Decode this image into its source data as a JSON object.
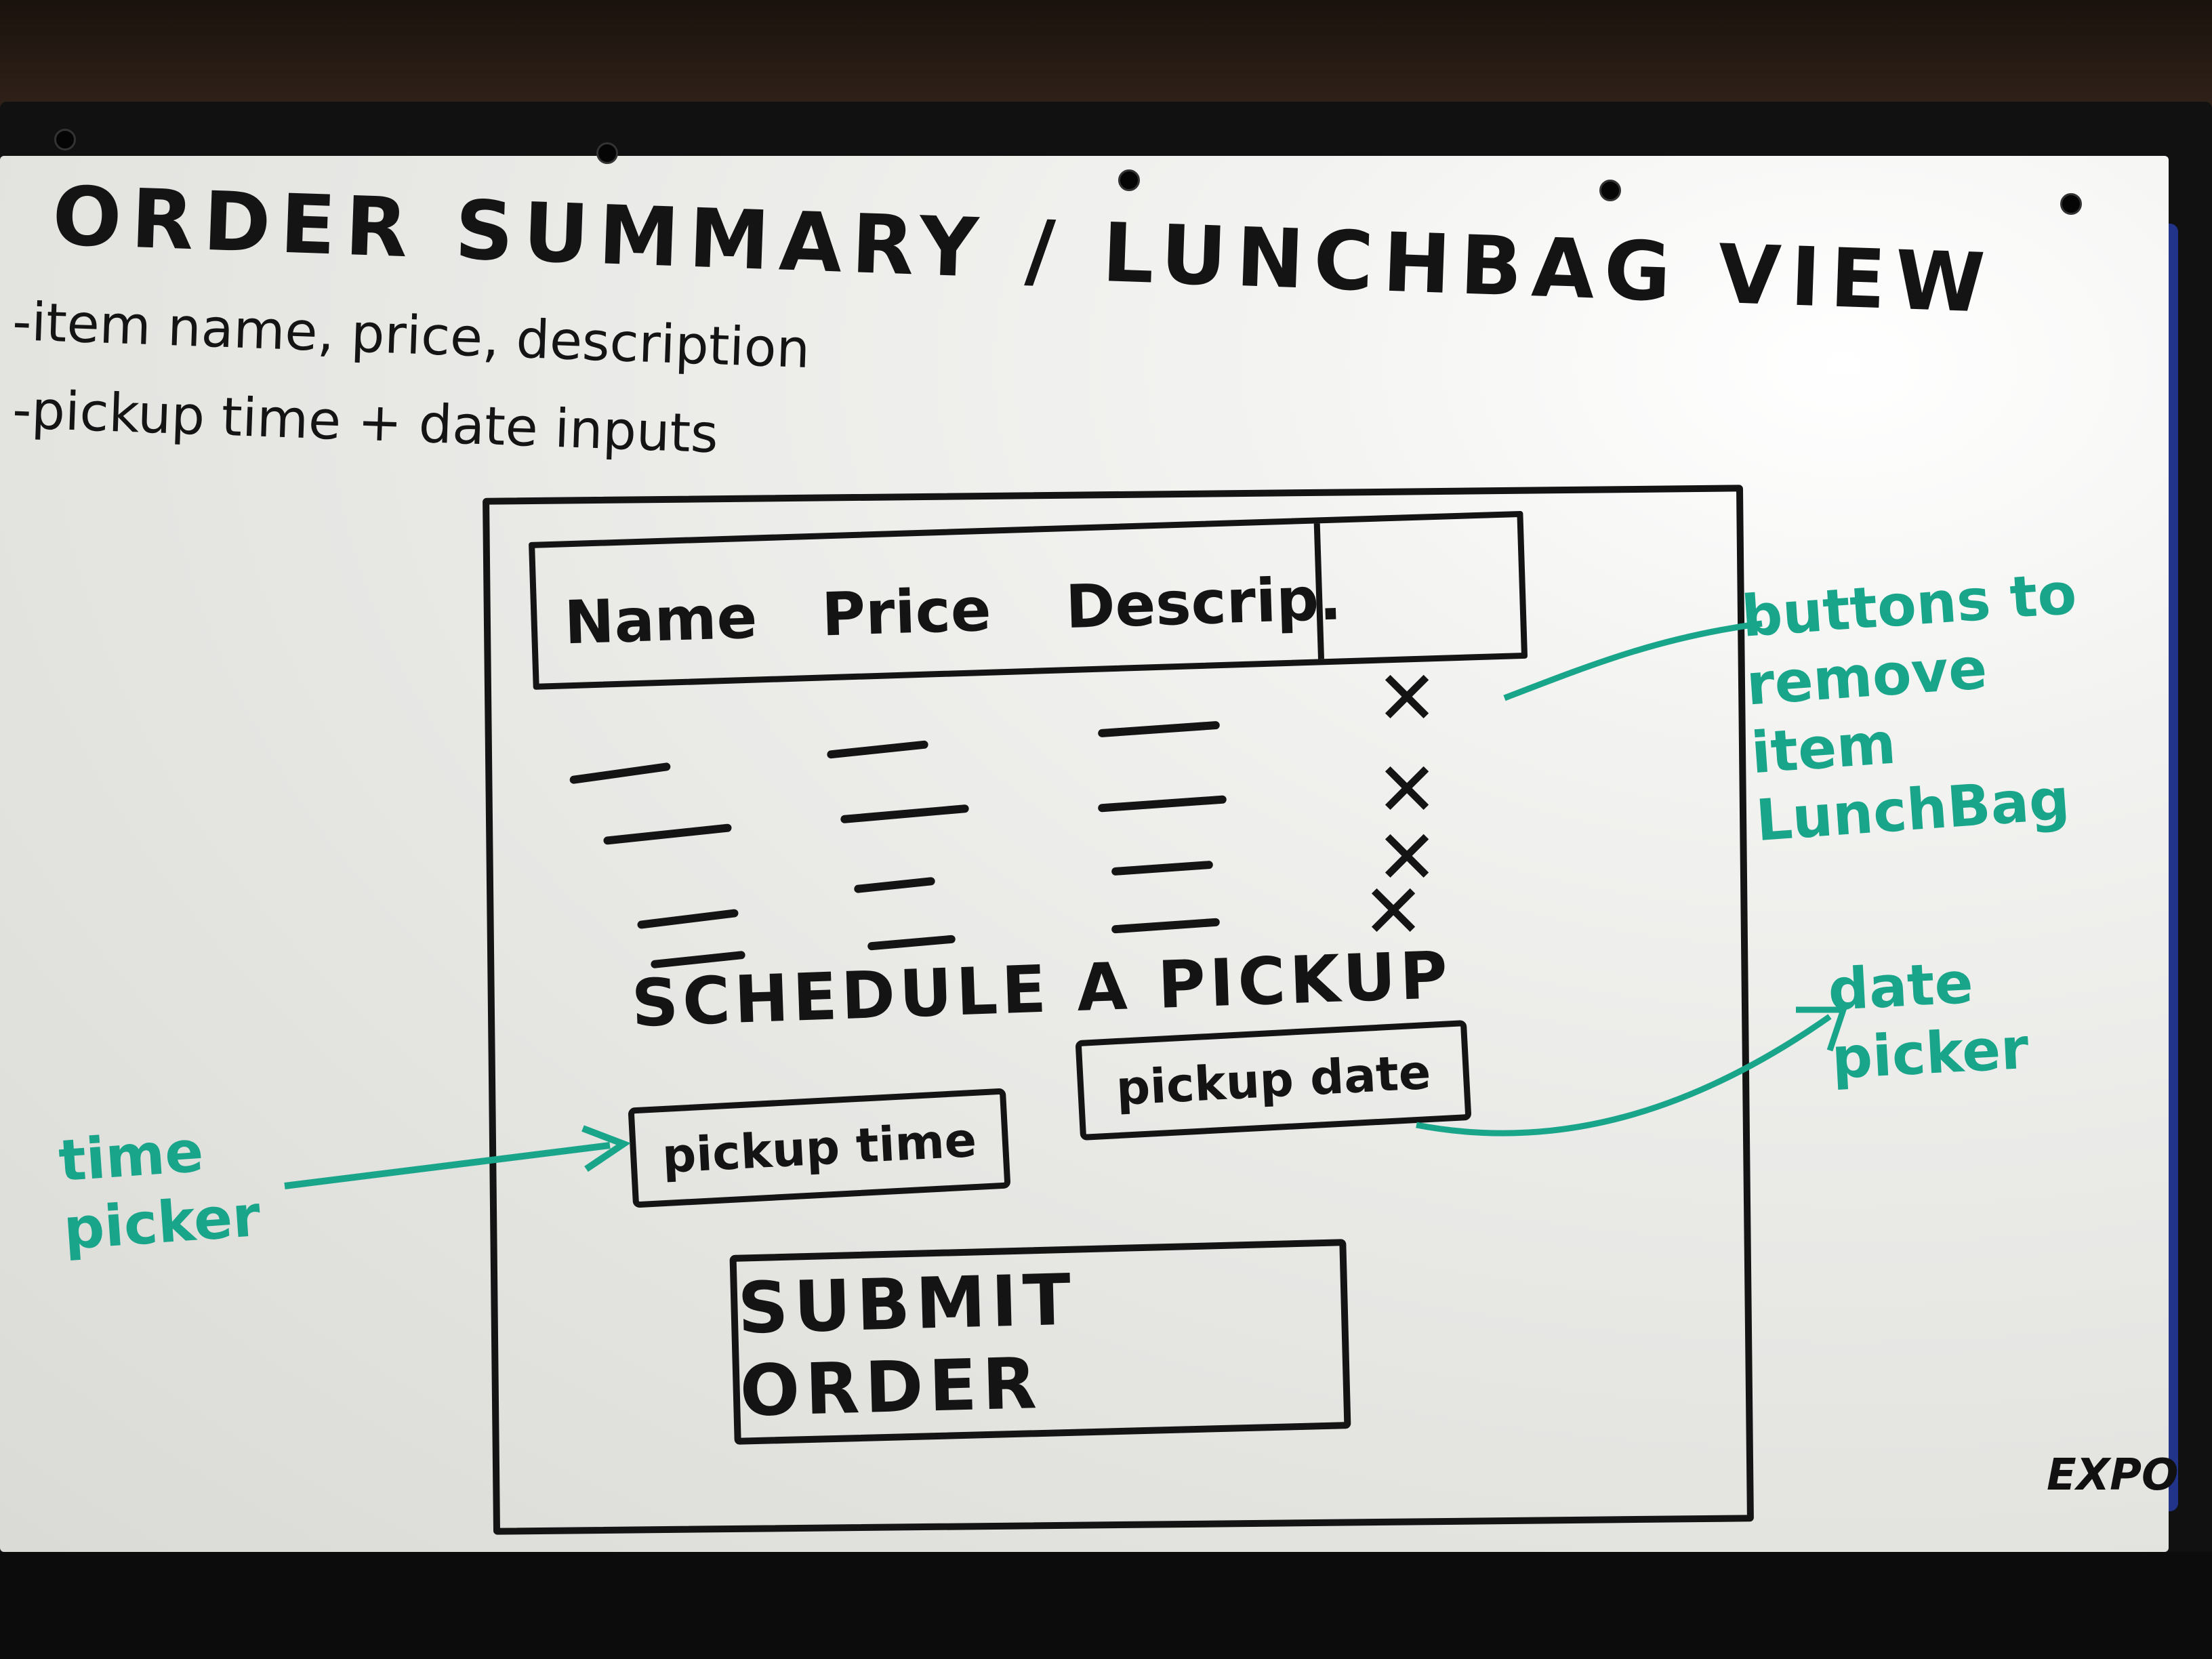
{
  "notes": {
    "title": "ORDER SUMMARY / LUNCHBAG VIEW",
    "requirements": [
      "-item name, price, description",
      "-pickup time + date inputs"
    ]
  },
  "wireframe": {
    "table": {
      "headers": [
        "Name",
        "Price",
        "Descrip."
      ]
    },
    "schedule": {
      "title": "SCHEDULE A PICKUP",
      "time_input_label": "pickup time",
      "date_input_label": "pickup date"
    },
    "submit_label": "SUBMIT ORDER"
  },
  "annotations": {
    "remove_buttons": "buttons to remove item LunchBag",
    "time_picker": "time picker",
    "date_picker": "date picker"
  },
  "brand": "EXPO.",
  "colors": {
    "ink": "#141414",
    "annotation": "#19a58a",
    "board": "#e8e8e5"
  }
}
